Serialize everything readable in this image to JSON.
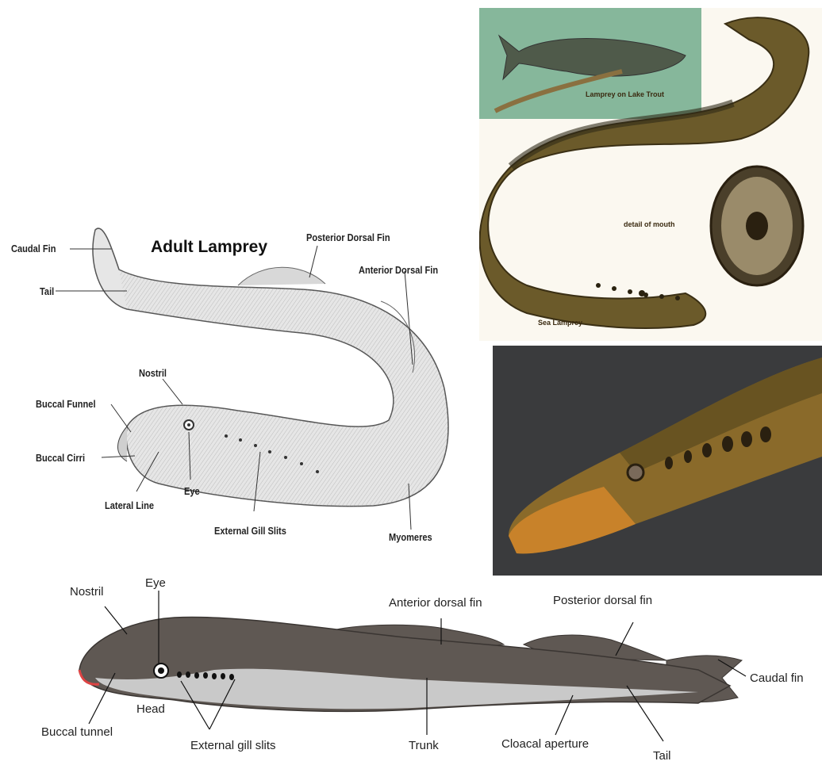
{
  "sketch": {
    "title": "Adult Lamprey",
    "labels": {
      "caudal_fin": "Caudal Fin",
      "tail": "Tail",
      "posterior_dorsal_fin": "Posterior Dorsal Fin",
      "anterior_dorsal_fin": "Anterior Dorsal Fin",
      "nostril": "Nostril",
      "buccal_funnel": "Buccal Funnel",
      "buccal_cirri": "Buccal Cirri",
      "lateral_line": "Lateral Line",
      "eye": "Eye",
      "external_gill_slits": "External Gill Slits",
      "myomeres": "Myomeres"
    }
  },
  "painting": {
    "lamprey_on_trout": "Lamprey on Lake Trout",
    "detail_of_mouth": "detail of mouth",
    "sea_lamprey": "Sea Lamprey"
  },
  "schematic": {
    "labels": {
      "nostril": "Nostril",
      "eye": "Eye",
      "anterior_dorsal_fin": "Anterior dorsal fin",
      "posterior_dorsal_fin": "Posterior dorsal fin",
      "caudal_fin": "Caudal fin",
      "head": "Head",
      "buccal_tunnel": "Buccal tunnel",
      "external_gill_slits": "External gill slits",
      "trunk": "Trunk",
      "cloacal_aperture": "Cloacal aperture",
      "tail": "Tail"
    }
  },
  "colors": {
    "body_gray": "#5f5853",
    "belly_gray": "#c9c9c9",
    "olive": "#7a6a35",
    "orange": "#c8822a"
  }
}
